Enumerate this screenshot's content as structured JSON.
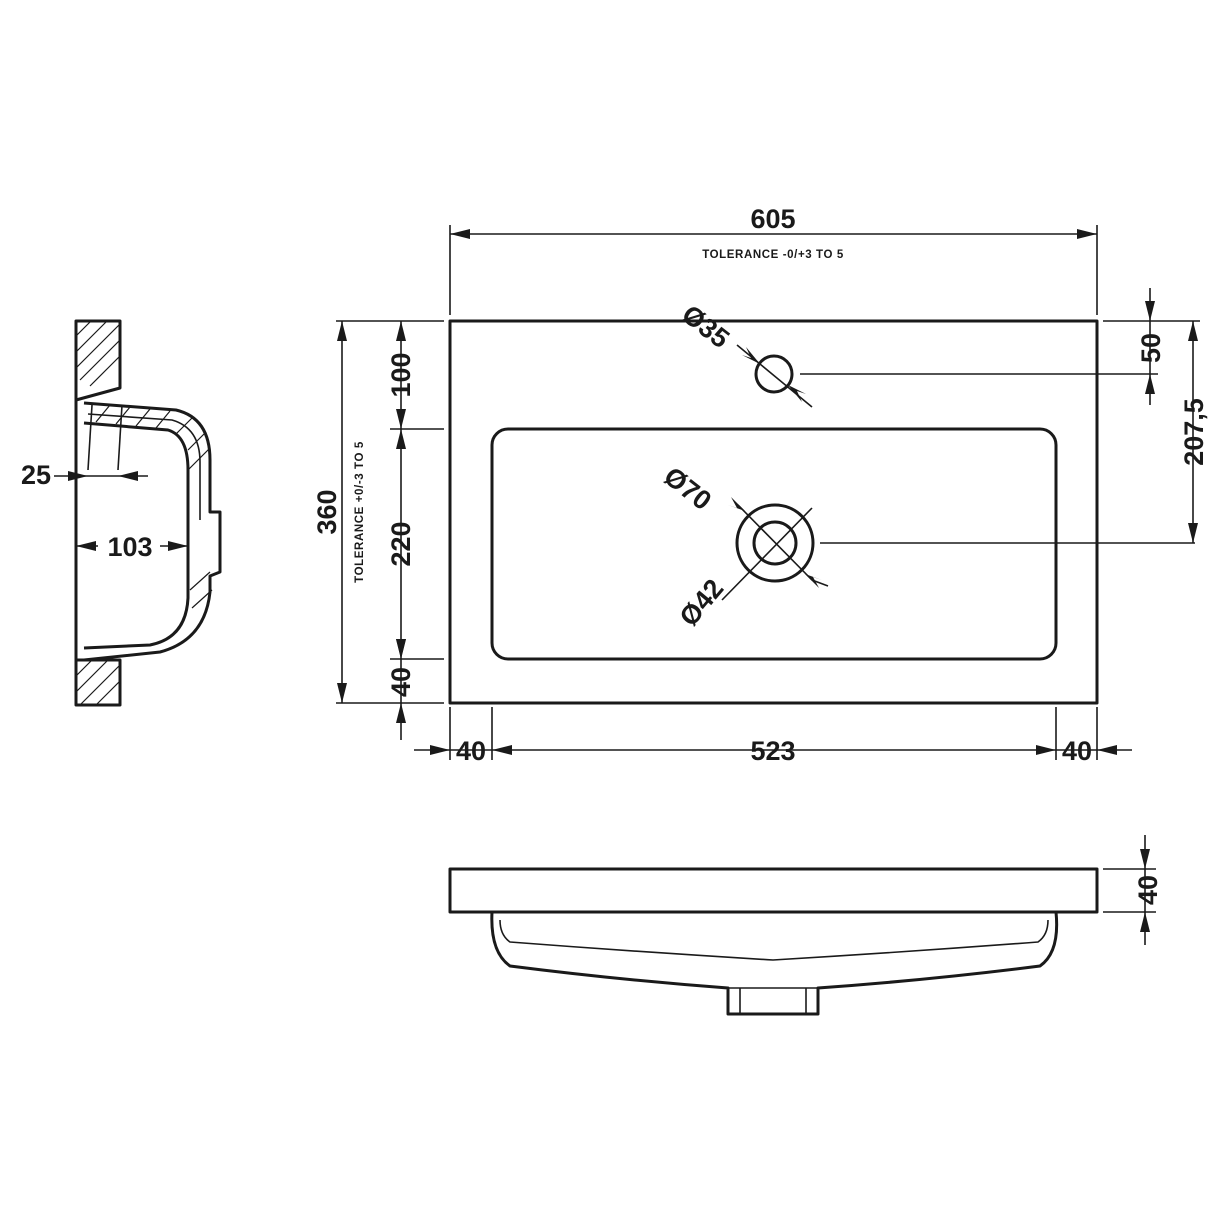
{
  "top_view": {
    "width": "605",
    "width_tolerance": "TOLERANCE -0/+3 TO 5",
    "depth": "360",
    "depth_tolerance": "TOLERANCE +0/-3 TO 5",
    "tap_hole_diameter": "Ø35",
    "waste_outer_diameter": "Ø70",
    "waste_inner_diameter": "Ø42",
    "tap_hole_offset": "50",
    "waste_offset": "207,5",
    "front_margin": "100",
    "bowl_depth": "220",
    "rear_margin": "40",
    "left_margin": "40",
    "bowl_width": "523",
    "right_margin": "40"
  },
  "side_view": {
    "rim_thickness": "25",
    "bowl_depth": "103"
  },
  "front_view": {
    "top_thickness": "40"
  }
}
